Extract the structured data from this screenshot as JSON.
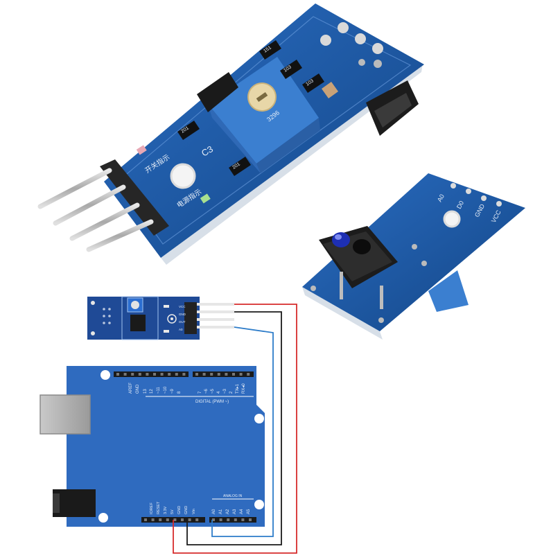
{
  "module_top": {
    "pot_label": "3296",
    "cap_label": "C3",
    "resistor_labels": [
      "151",
      "103",
      "103",
      "201",
      "201"
    ],
    "chinese_labels": [
      "开关指示",
      "电源指示"
    ]
  },
  "module_side": {
    "pin_labels": [
      "A0",
      "D0",
      "GND",
      "VCC"
    ]
  },
  "breakout": {
    "pin_labels": [
      "VCC",
      "GND",
      "OUT",
      "A0"
    ]
  },
  "arduino": {
    "top_header_labels": [
      "AREF",
      "GND",
      "13",
      "12",
      "~11",
      "~10",
      "~9",
      "8",
      "7",
      "~6",
      "~5",
      "4",
      "~3",
      "2",
      "TX▸1",
      "RX◂0"
    ],
    "digital_label": "DIGITAL (PWM ~)",
    "analog_label": "ANALOG IN",
    "power_header_labels": [
      "IOREF",
      "RESET",
      "3.3V",
      "5V",
      "GND",
      "GND",
      "Vin"
    ],
    "analog_header_labels": [
      "A0",
      "A1",
      "A2",
      "A3",
      "A4",
      "A5"
    ]
  },
  "wires": [
    {
      "name": "vcc-wire",
      "color": "#d62b2b"
    },
    {
      "name": "gnd-wire",
      "color": "#1a1a1a"
    },
    {
      "name": "signal-wire",
      "color": "#2d7cc9"
    }
  ],
  "colors": {
    "pcb_blue": "#1f5fb0",
    "pcb_blue_dark": "#164a8c",
    "arduino_blue": "#2a64b6",
    "pot_blue": "#3b7fd0",
    "header_black": "#222222"
  }
}
